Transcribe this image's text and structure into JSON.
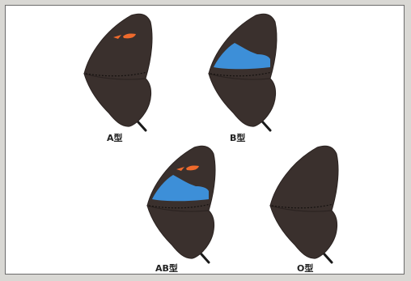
{
  "colors": {
    "wing": "#3a302d",
    "wing_outline": "#2a2220",
    "blue_patch": "#3d8fd8",
    "orange_patch": "#ef6a2c",
    "background": "#ffffff"
  },
  "butterflies": [
    {
      "label": "A型",
      "has_orange": true,
      "has_blue": false
    },
    {
      "label": "B型",
      "has_orange": false,
      "has_blue": true
    },
    {
      "label": "AB型",
      "has_orange": true,
      "has_blue": true
    },
    {
      "label": "O型",
      "has_orange": false,
      "has_blue": false
    }
  ]
}
